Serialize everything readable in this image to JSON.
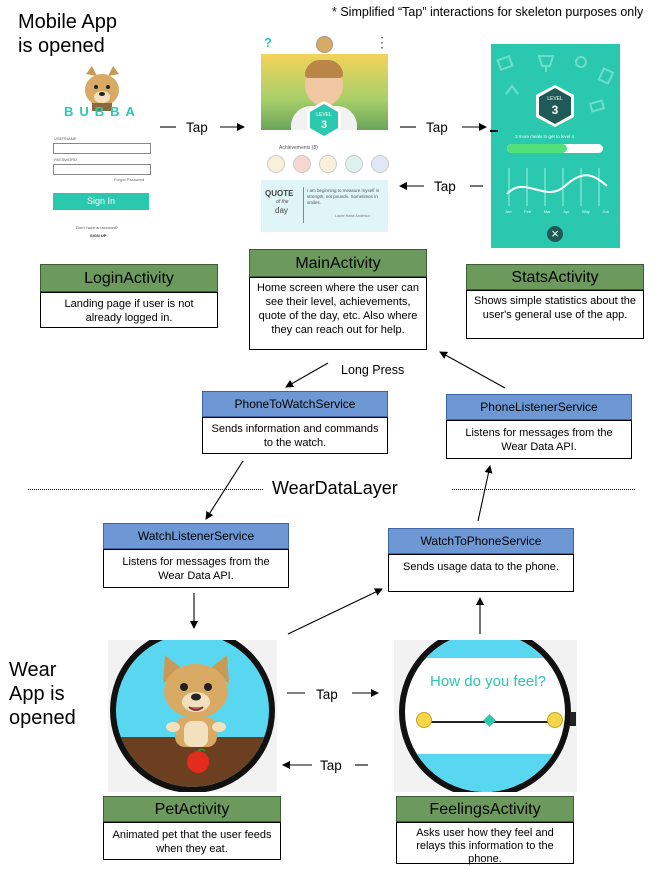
{
  "note": "* Simplified “Tap” interactions for skeleton purposes only",
  "headings": {
    "mobile": [
      "Mobile App",
      "is opened"
    ],
    "wear": [
      "Wear",
      "App is",
      "opened"
    ],
    "layer": "WearDataLayer"
  },
  "edge_labels": {
    "login_to_main": "Tap",
    "main_to_stats": "Tap",
    "stats_to_main": "Tap",
    "long_press": "Long Press",
    "pet_to_feelings": "Tap",
    "feelings_to_pet": "Tap"
  },
  "login_screen": {
    "brand": "BUBBA",
    "username_label": "USERNAME",
    "password_label": "PASSWORD",
    "forgot": "Forgot Password",
    "sign_in": "Sign In",
    "no_account": "Don't have an account?",
    "sign_up": "SIGN UP"
  },
  "main_screen": {
    "help": "?",
    "menu": "⋮",
    "level_word": "LEVEL",
    "level_num": "3",
    "achievements": "Achievements (8)",
    "quote_title": "QUOTE",
    "quote_of": "of the",
    "quote_day": "day",
    "quote_text": "I am beginning to measure myself in strength, not pounds. Sometimes in smiles.",
    "quote_author": "Laurie Halse Anderson"
  },
  "stats_screen": {
    "level_word": "LEVEL",
    "level_num": "3",
    "progress_text": "3 more meals to get to level 4",
    "months": [
      "Jan",
      "Feb",
      "Mar",
      "Apr",
      "May",
      "Jun"
    ],
    "close": "×"
  },
  "feelings_screen": {
    "question": "How do you feel?"
  },
  "activities": {
    "login": {
      "title": "LoginActivity",
      "desc": "Landing page if user is not already logged in."
    },
    "main": {
      "title": "MainActivity",
      "desc": "Home screen where the user can see their level, achievements, quote of the day, etc. Also where they can reach out for help."
    },
    "stats": {
      "title": "StatsActivity",
      "desc": "Shows simple statistics about the user's general use of the app."
    },
    "pet": {
      "title": "PetActivity",
      "desc": "Animated pet that the user feeds when they eat."
    },
    "feelings": {
      "title": "FeelingsActivity",
      "desc": "Asks user how they feel and relays this information to the phone."
    }
  },
  "services": {
    "phone_to_watch": {
      "title": "PhoneToWatchService",
      "desc": "Sends information and commands to the watch."
    },
    "phone_listener": {
      "title": "PhoneListenerService",
      "desc": "Listens for messages from the Wear Data API."
    },
    "watch_listener": {
      "title": "WatchListenerService",
      "desc": "Listens for messages from the Wear Data API."
    },
    "watch_to_phone": {
      "title": "WatchToPhoneService",
      "desc": "Sends usage data to the phone."
    }
  },
  "colors": {
    "activity_green": "#6b9a5c",
    "service_blue": "#6e98d4",
    "teal": "#2bc8b0",
    "watch_cyan": "#5ad7f0"
  }
}
